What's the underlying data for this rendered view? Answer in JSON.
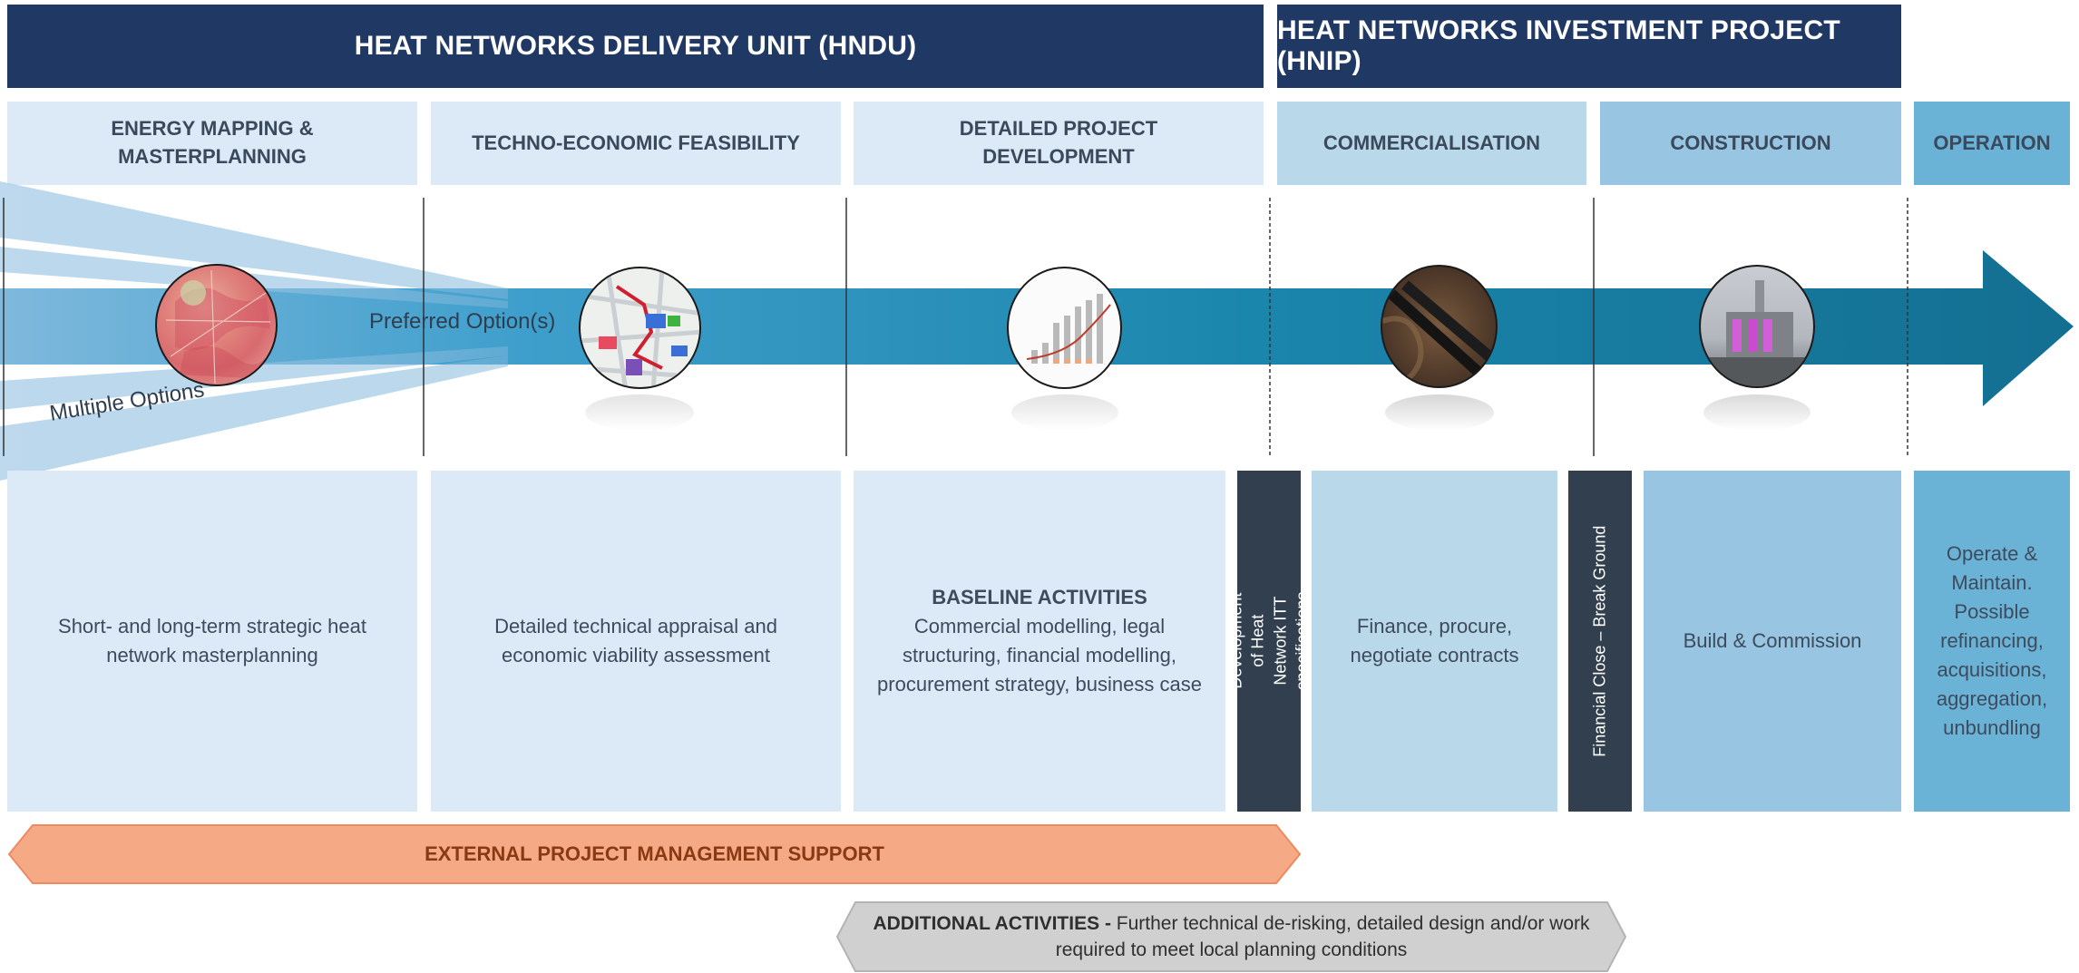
{
  "banners": {
    "hndu": "HEAT NETWORKS DELIVERY UNIT (HNDU)",
    "hnip": "HEAT NETWORKS INVESTMENT PROJECT (HNIP)"
  },
  "stages": {
    "energy_mapping": "ENERGY MAPPING & MASTERPLANNING",
    "techno_economic": "TECHNO-ECONOMIC FEASIBILITY",
    "detailed_project": "DETAILED PROJECT DEVELOPMENT",
    "commercialisation": "COMMERCIALISATION",
    "construction": "CONSTRUCTION",
    "operation": "OPERATION"
  },
  "arrow_labels": {
    "preferred": "Preferred Option(s)",
    "multiple": "Multiple Options"
  },
  "descriptions": {
    "masterplanning": "Short- and long-term strategic heat network masterplanning",
    "feasibility": "Detailed technical appraisal and economic viability assessment",
    "baseline_title": "BASELINE ACTIVITIES",
    "baseline_text": "Commercial modelling, legal structuring, financial modelling, procurement strategy, business case",
    "itt": "Development of Heat Network ITT specifications",
    "finance": "Finance, procure, negotiate contracts",
    "financial_close": "Financial Close – Break Ground",
    "build": "Build & Commission",
    "operate": "Operate & Maintain. Possible refinancing, acquisitions, aggregation, unbundling"
  },
  "support": {
    "external": "EXTERNAL PROJECT MANAGEMENT SUPPORT",
    "additional_title": "ADDITIONAL ACTIVITIES -",
    "additional_text": " Further technical de-risking, detailed design and/or work required to meet local planning conditions"
  },
  "icons": [
    "heatmap-icon",
    "street-map-icon",
    "growth-chart-icon",
    "pipes-icon",
    "energy-centre-icon"
  ],
  "colors": {
    "banner": "#1f3864",
    "light_blue": "#dbeaf6",
    "mid_blue": "#b9d8ea",
    "blue": "#97c5e2",
    "deep_blue": "#6bb3d6",
    "dark_panel": "#323f4f",
    "arrow": "#1e86aa",
    "orange": "#f5a37f",
    "grey": "#cfcfcf"
  }
}
